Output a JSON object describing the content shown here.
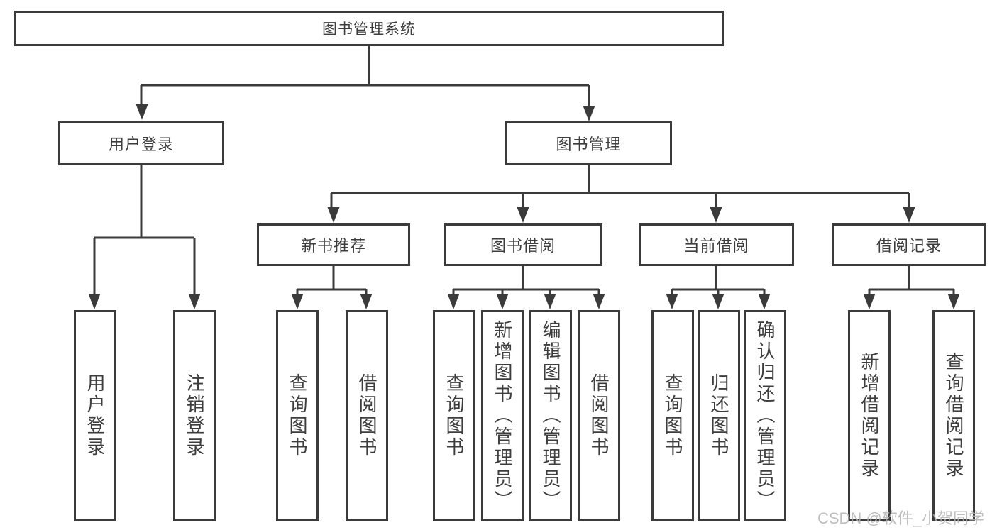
{
  "diagram": {
    "root": {
      "label": "图书管理系统",
      "children": [
        {
          "label": "用户登录",
          "children": [
            {
              "label": "用户登录"
            },
            {
              "label": "注销登录"
            }
          ]
        },
        {
          "label": "图书管理",
          "children": [
            {
              "label": "新书推荐",
              "children": [
                {
                  "label": "查询图书"
                },
                {
                  "label": "借阅图书"
                }
              ]
            },
            {
              "label": "图书借阅",
              "children": [
                {
                  "label": "查询图书"
                },
                {
                  "label": "新增图书（管理员）"
                },
                {
                  "label": "编辑图书（管理员）"
                },
                {
                  "label": "借阅图书"
                }
              ]
            },
            {
              "label": "当前借阅",
              "children": [
                {
                  "label": "查询图书"
                },
                {
                  "label": "归还图书"
                },
                {
                  "label": "确认归还（管理员）"
                }
              ]
            },
            {
              "label": "借阅记录",
              "children": [
                {
                  "label": "新增借阅记录"
                },
                {
                  "label": "查询借阅记录"
                }
              ]
            }
          ]
        }
      ]
    }
  },
  "watermark": "CSDN @软件_小贺同学",
  "colors": {
    "line": "#3b3b3b",
    "text": "#3d3d3d",
    "watermark": "#b3b3b3",
    "background": "#ffffff"
  }
}
